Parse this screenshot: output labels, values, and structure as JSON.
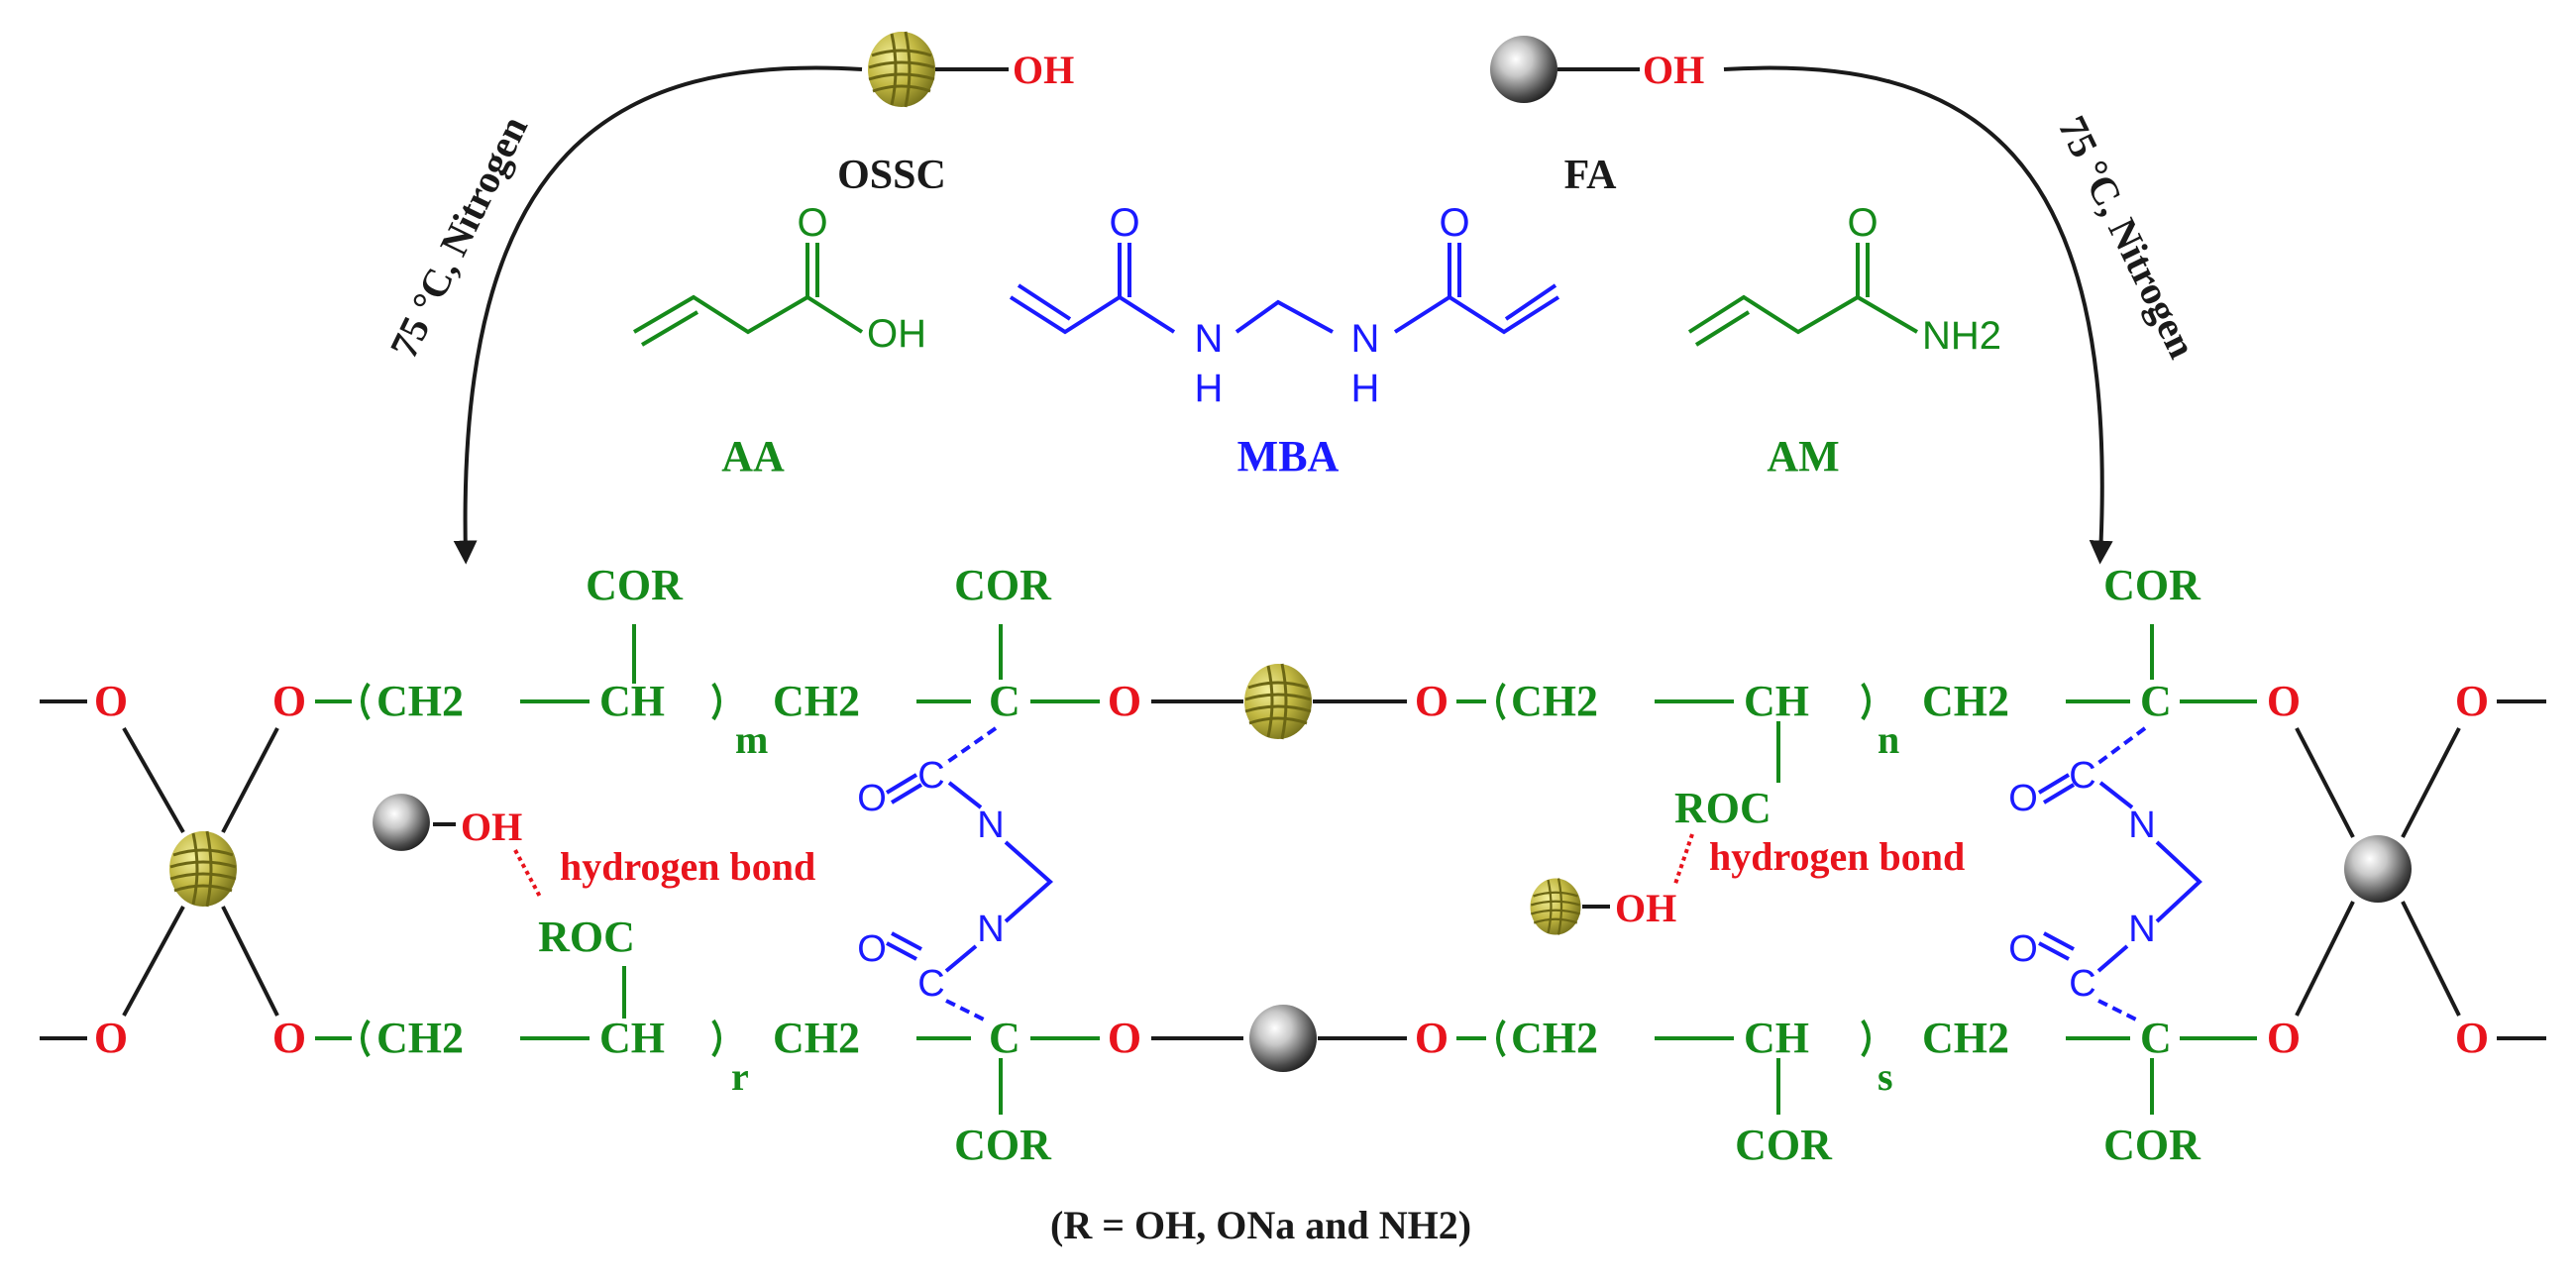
{
  "reaction": {
    "condition_left": "75 °C, Nitrogen",
    "condition_right": "75 °C, Nitrogen",
    "footnote": "(R = OH, ONa and NH2)"
  },
  "reagents": {
    "ossc": {
      "name": "OSSC",
      "group": "OH"
    },
    "fa": {
      "name": "FA",
      "group": "OH"
    },
    "aa": {
      "name": "AA",
      "oxygen": "O",
      "hydroxyl": "OH"
    },
    "mba": {
      "name": "MBA",
      "oxygen": "O",
      "nitrogen": "N",
      "hydrogen": "H"
    },
    "am": {
      "name": "AM",
      "oxygen": "O",
      "amine": "NH2"
    }
  },
  "network": {
    "oxygen": "O",
    "ch2": "CH2",
    "ch": "CH",
    "c": "C",
    "cor": "COR",
    "roc": "ROC",
    "n": "N",
    "oh": "OH",
    "subscripts": {
      "m": "m",
      "n": "n",
      "r": "r",
      "s": "s"
    },
    "hbond_label": "hydrogen bond"
  },
  "colors": {
    "oxygen": "#e8131c",
    "chain": "#158a1a",
    "crosslinker": "#1a1aff",
    "bond": "#1a1a1a",
    "ossc_particle": "#b5ac2c",
    "fa_particle": "#5a5a5a"
  }
}
